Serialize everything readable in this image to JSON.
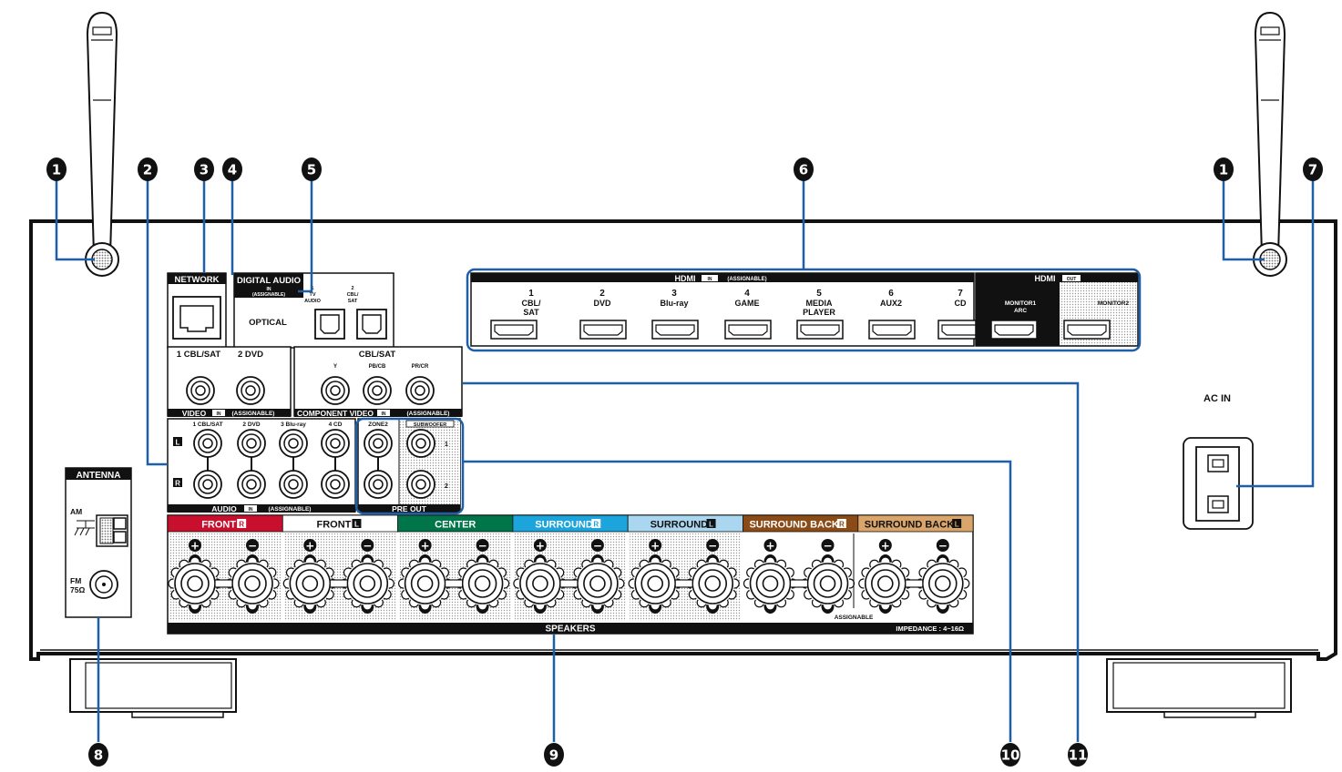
{
  "callouts": [
    "1",
    "2",
    "3",
    "4",
    "5",
    "6",
    "1",
    "7",
    "8",
    "9",
    "10",
    "11"
  ],
  "panel": {
    "network": "NETWORK",
    "digital_audio": "DIGITAL AUDIO",
    "digital_in": "IN",
    "digital_assign": "(ASSIGNABLE)",
    "optical": "OPTICAL",
    "opt1_num": "1",
    "opt1_a": "TV",
    "opt1_b": "AUDIO",
    "opt2_num": "2",
    "opt2_a": "CBL/",
    "opt2_b": "SAT",
    "hdmi_in_title": "HDMI",
    "hdmi_in_tag": "IN",
    "hdmi_in_assign": "(ASSIGNABLE)",
    "hdmi_out_title": "HDMI",
    "hdmi_out_tag": "OUT",
    "hdmi_inputs": [
      {
        "num": "1",
        "l1": "CBL/",
        "l2": "SAT"
      },
      {
        "num": "2",
        "l1": "DVD",
        "l2": ""
      },
      {
        "num": "3",
        "l1": "Blu-ray",
        "l2": ""
      },
      {
        "num": "4",
        "l1": "GAME",
        "l2": ""
      },
      {
        "num": "5",
        "l1": "MEDIA",
        "l2": "PLAYER"
      },
      {
        "num": "6",
        "l1": "AUX2",
        "l2": ""
      },
      {
        "num": "7",
        "l1": "CD",
        "l2": ""
      }
    ],
    "monitor1_a": "MONITOR1",
    "monitor1_b": "ARC",
    "monitor2": "MONITOR2",
    "video_cbl": "1 CBL/SAT",
    "video_dvd": "2 DVD",
    "video_footer": "VIDEO",
    "video_in": "IN",
    "video_assign": "(ASSIGNABLE)",
    "comp_title": "CBL/SAT",
    "comp_y": "Y",
    "comp_pb": "PB/CB",
    "comp_pr": "PR/CR",
    "comp_footer": "COMPONENT VIDEO",
    "comp_in": "IN",
    "comp_assign": "(ASSIGNABLE)",
    "audio_cols": [
      "1 CBL/SAT",
      "2 DVD",
      "3 Blu-ray",
      "4 CD"
    ],
    "audio_l": "L",
    "audio_r": "R",
    "audio_footer": "AUDIO",
    "audio_in": "IN",
    "audio_assign": "(ASSIGNABLE)",
    "zone2": "ZONE2",
    "subwoofer": "SUBWOOFER",
    "sub1": "1",
    "sub2": "2",
    "preout": "PRE OUT",
    "antenna": "ANTENNA",
    "am": "AM",
    "fm": "FM",
    "fm_ohm": "75Ω",
    "acin": "AC IN",
    "speakers_title": "SPEAKERS",
    "assignable": "ASSIGNABLE",
    "impedance": "IMPEDANCE : 4~16Ω",
    "speaker_groups": [
      {
        "label": "FRONT",
        "side": "R",
        "color": "#c8102e",
        "text": "#ffffff"
      },
      {
        "label": "FRONT",
        "side": "L",
        "color": "#ffffff",
        "text": "#111111"
      },
      {
        "label": "CENTER",
        "side": "",
        "color": "#00754a",
        "text": "#ffffff"
      },
      {
        "label": "SURROUND",
        "side": "R",
        "color": "#1ba5dc",
        "text": "#ffffff"
      },
      {
        "label": "SURROUND",
        "side": "L",
        "color": "#aad7ef",
        "text": "#111111"
      },
      {
        "label": "SURROUND BACK",
        "side": "R",
        "color": "#8a4b16",
        "text": "#ffffff"
      },
      {
        "label": "SURROUND BACK",
        "side": "L",
        "color": "#d9a56b",
        "text": "#111111"
      }
    ]
  },
  "colors": {
    "callout_line": "#1f5fa8",
    "body": "#ffffff"
  }
}
